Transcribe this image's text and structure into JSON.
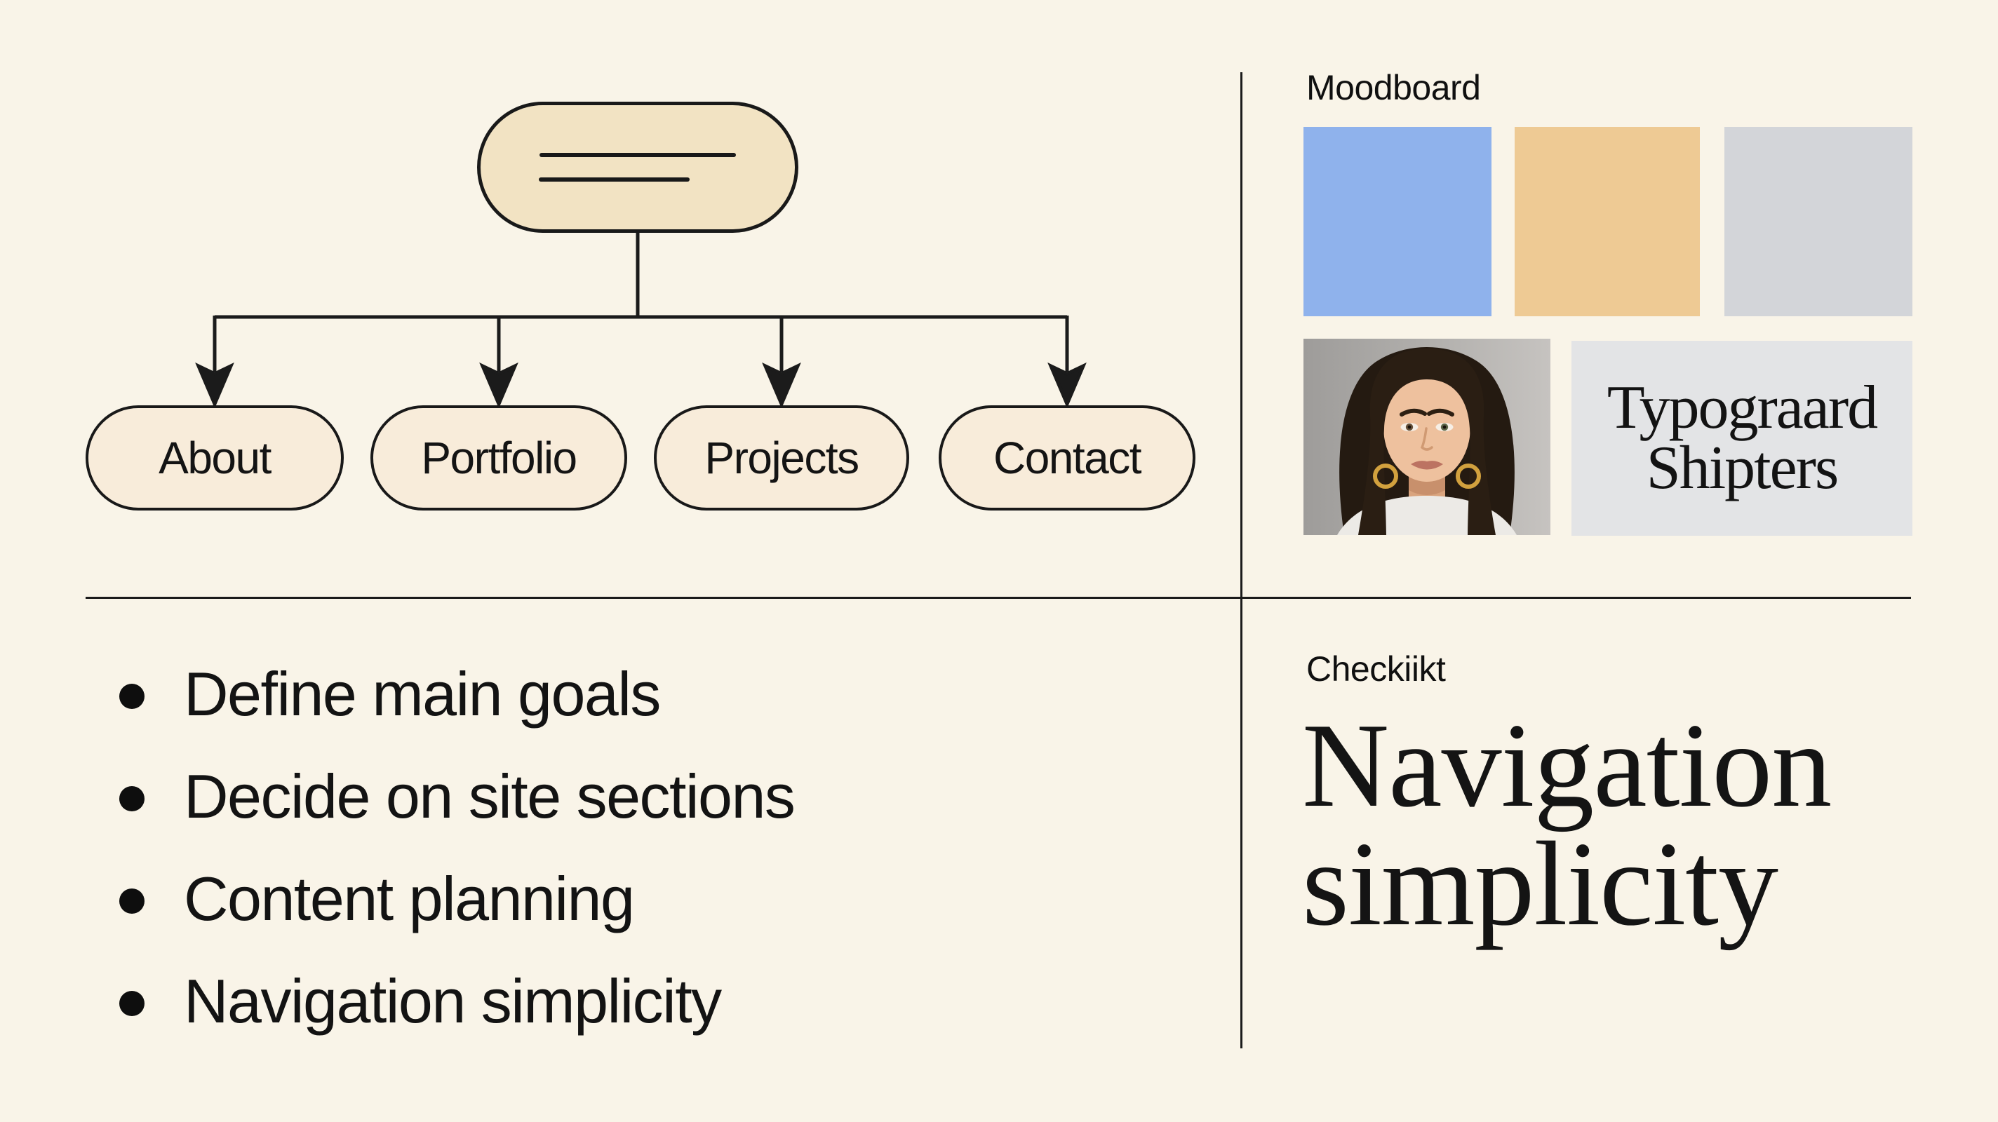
{
  "board": {
    "background": "#f9f4e8",
    "line_color": "#1b1b1b"
  },
  "sitemap": {
    "root_node": {
      "type": "placeholder-text-lines",
      "fill": "#f2e3c3"
    },
    "node_fill": "#f8ecda",
    "children": [
      {
        "label": "About"
      },
      {
        "label": "Portfolio"
      },
      {
        "label": "Projects"
      },
      {
        "label": "Contact"
      }
    ]
  },
  "moodboard": {
    "title": "Moodboard",
    "swatches": [
      {
        "name": "blue",
        "color": "#8fb2ec"
      },
      {
        "name": "tan",
        "color": "#eeca94"
      },
      {
        "name": "gray",
        "color": "#d3d5d9"
      }
    ],
    "portrait": {
      "description": "woman portrait photo with gold hoop earrings"
    },
    "typography_sample": {
      "line1": "Typograard",
      "line2": "Shipters",
      "background": "#e3e4e6"
    }
  },
  "checklist": {
    "title": "Checkiikt",
    "heading_line1": "Navigation",
    "heading_line2": "simplicity"
  },
  "goals": {
    "items": [
      "Define main goals",
      "Decide on site sections",
      "Content planning",
      "Navigation simplicity"
    ]
  }
}
